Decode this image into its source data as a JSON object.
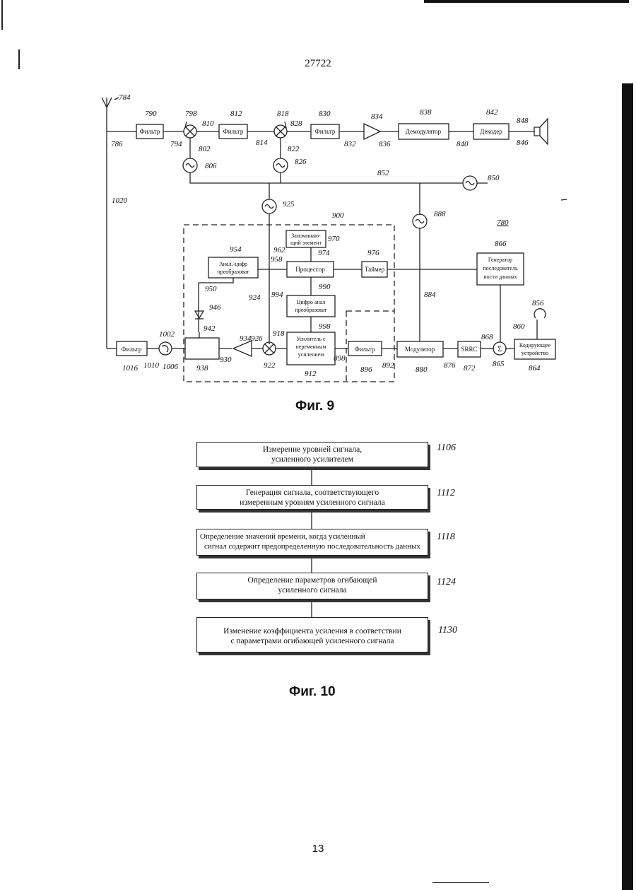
{
  "page": {
    "patent_number": "27722",
    "page_number": "13"
  },
  "fig9": {
    "caption": "Фиг. 9",
    "blocks": {
      "filter_790": "Фильтр",
      "filter_812": "Фильтр",
      "filter_830": "Фильтр",
      "demodulator": "Демодулятор",
      "decoder": "Декодер",
      "filter_1016": "Фильтр",
      "filter_896": "Фильтр",
      "modulator": "Модулятор",
      "srrc": "SRRC",
      "sum": "Σ",
      "memory": [
        "Запоминаю-",
        "щий элемент"
      ],
      "processor": "Процессор",
      "timer": "Таймер",
      "adc": [
        "Анал.-цифр",
        "преобразоват"
      ],
      "dac": [
        "Цифро анал",
        "преобразоват"
      ],
      "vga": [
        "Усилитель с",
        "переменным",
        "усилением"
      ],
      "generator": [
        "Генератор",
        "последователь",
        "ности данных"
      ],
      "encoder": [
        "Кодирующее",
        "устройство"
      ]
    },
    "labels": {
      "antenna": "784",
      "l780": "780",
      "n790": "790",
      "n798": "798",
      "n812": "812",
      "n818": "818",
      "n830": "830",
      "n834": "834",
      "n838": "838",
      "n842": "842",
      "n848": "848",
      "n786": "786",
      "n794": "794",
      "n810": "810",
      "n814": "814",
      "n828": "828",
      "n832": "832",
      "n836": "836",
      "n840": "840",
      "n846": "846",
      "n802": "802",
      "n822": "822",
      "n806": "806",
      "n826": "826",
      "n852": "852",
      "n850": "850",
      "n1020": "1020",
      "n925": "925",
      "n900": "900",
      "n888": "888",
      "n970": "970",
      "n962": "962",
      "n974": "974",
      "n954": "954",
      "n958": "958",
      "n976": "976",
      "n866": "866",
      "n990": "990",
      "n950": "950",
      "n924": "924",
      "n994": "994",
      "n884": "884",
      "n946": "946",
      "n856": "856",
      "n998": "998",
      "n860": "860",
      "n942": "942",
      "n934": "934",
      "n926": "926",
      "n918": "918",
      "n1002": "1002",
      "n868": "868",
      "n1016": "1016",
      "n1010": "1010",
      "n1006": "1006",
      "n938": "938",
      "n930": "930",
      "n922": "922",
      "n898": "898",
      "n896": "896",
      "n892": "892",
      "n880": "880",
      "n876": "876",
      "n872": "872",
      "n865": "865",
      "n864": "864",
      "n912": "912"
    }
  },
  "fig10": {
    "caption": "Фиг. 10",
    "steps": [
      {
        "line1": "Измерение уровней сигнала,",
        "line2": "усиленного усилителем",
        "ref": "1106"
      },
      {
        "line1": "Генерация сигнала, соответствующего",
        "line2": "измеренным уровням усиленного сигнала",
        "ref": "1112"
      },
      {
        "line1": "Определение значений времени, когда усиленный",
        "line2": "сигнал содержит предопределенную последовательность данных",
        "ref": "1118"
      },
      {
        "line1": "Определение параметров огибающей",
        "line2": "усиленного сигнала",
        "ref": "1124"
      },
      {
        "line1": "Изменение коэффициента усиления в соответствии",
        "line2": "с параметрами огибающей усиленного сигнала",
        "ref": "1130"
      }
    ]
  }
}
